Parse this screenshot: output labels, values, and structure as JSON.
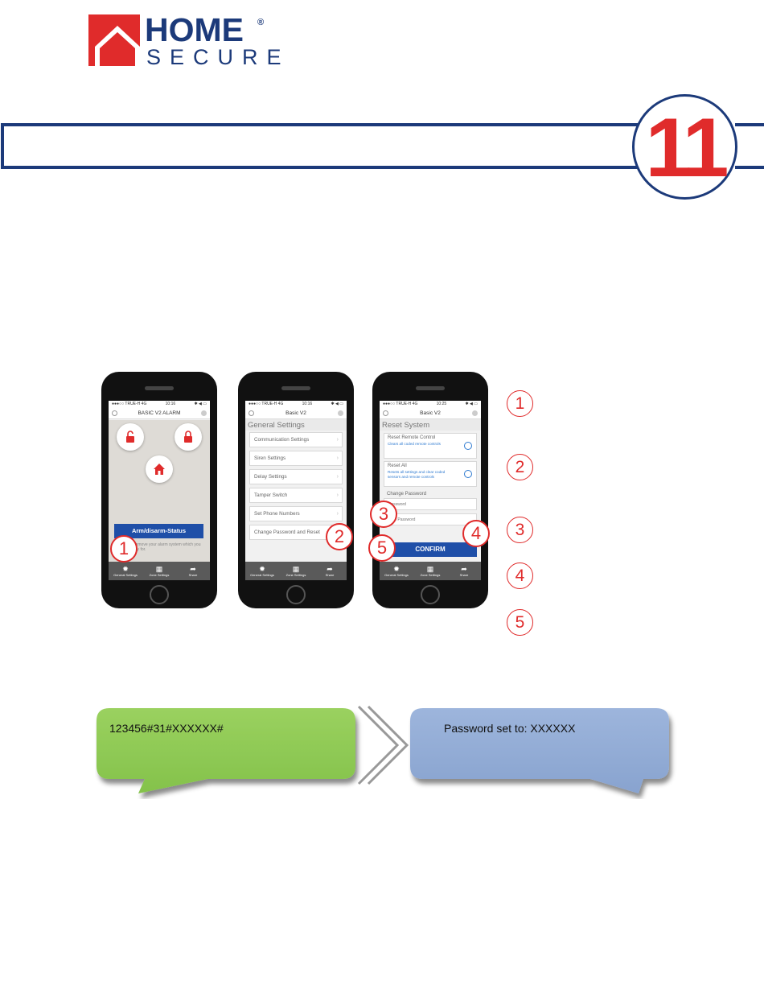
{
  "brand": {
    "word1": "HOME",
    "word2": "SECURE",
    "registered": "®",
    "red": "#e02b2b",
    "navy": "#1c3a7a"
  },
  "section": {
    "number": "11"
  },
  "phone1": {
    "status_left": "●●●○○ TRUE-H 4G",
    "status_time": "10:16",
    "status_right": "✱ ◀ ▭",
    "title": "BASIC V2 ALARM",
    "buttons": {
      "disarm_icon": "unlocked-padlock-icon",
      "arm_icon": "locked-padlock-icon",
      "home_icon": "house-icon"
    },
    "status_button": "Arm/disarm-Status",
    "caption": "Remove your alarm system which you pay for."
  },
  "phone2": {
    "status_left": "●●●○○ TRUE-H 4G",
    "status_time": "10:16",
    "status_right": "✱ ◀ ▭",
    "title": "Basic V2",
    "heading": "General Settings",
    "menu": [
      "Communication Settings",
      "Siren Settings",
      "Delay Settings",
      "Tamper Switch",
      "Set Phone Numbers",
      "Change Password and Reset"
    ]
  },
  "phone3": {
    "status_left": "●●●○○ TRUE-H 4G",
    "status_time": "10:25",
    "status_right": "✱ ◀ ▭",
    "title": "Basic V2",
    "heading": "Reset System",
    "reset_remote_title": "Reset Remote Control",
    "reset_remote_sub": "Clears all coded remote controls",
    "reset_all_title": "Reset All",
    "reset_all_sub": "Resets all settings and clear coded sensors and remote controls",
    "change_password_label": "Change Password",
    "password_placeholder": "Password",
    "new_password_placeholder": "New Password",
    "confirm": "CONFIRM"
  },
  "tabs": [
    {
      "icon": "gear-icon",
      "glyph": "✹",
      "label": "General Settings"
    },
    {
      "icon": "grid-icon",
      "glyph": "▦",
      "label": "Zone Settings"
    },
    {
      "icon": "share-icon",
      "glyph": "➦",
      "label": "Share"
    }
  ],
  "markers": {
    "m1": "1",
    "m2": "2",
    "m3": "3",
    "m4": "4",
    "m5": "5"
  },
  "legend": [
    "1",
    "2",
    "3",
    "4",
    "5"
  ],
  "sms": {
    "sent": "123456#31#XXXXXX#",
    "reply": "Password set to: XXXXXX",
    "sent_color": "#8fcb55",
    "reply_color": "#92acd5"
  }
}
